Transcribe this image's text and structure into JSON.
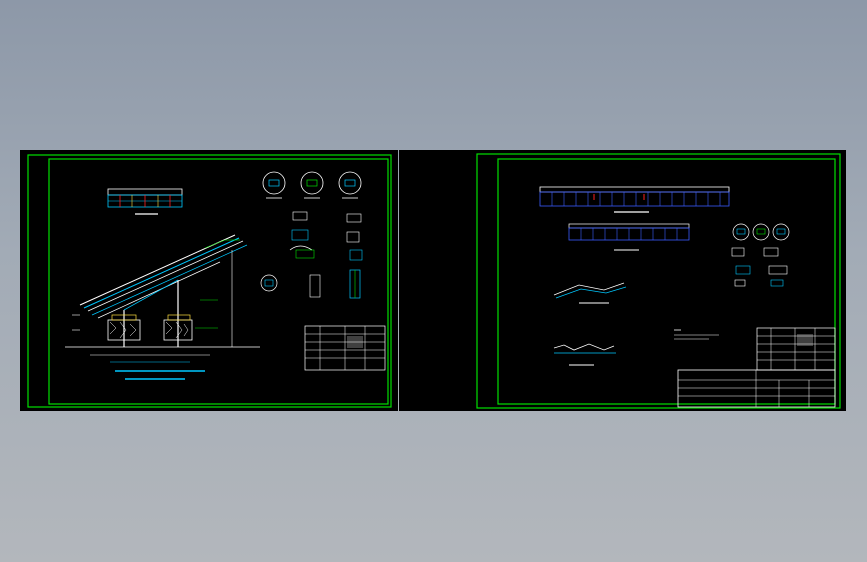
{
  "viewer": {
    "background_top": "#8d98a8",
    "background_bottom": "#b3b7bc"
  },
  "colors": {
    "sheet_background": "#000000",
    "frame": "#00e000",
    "line_white": "#ffffff",
    "line_cyan": "#00c8ff",
    "line_blue": "#3a5cff",
    "accent_red": "#ff2020",
    "accent_yellow": "#ffe040"
  },
  "sheets": [
    {
      "name": "sheet-left",
      "content": [
        "top-beam-elevation",
        "side-section-diagram",
        "detail-circles",
        "small-details",
        "title-block"
      ]
    },
    {
      "name": "sheet-right",
      "content": [
        "long-beam-elevation",
        "second-beam-elevation",
        "detail-circles",
        "profile-details",
        "notes",
        "title-block"
      ]
    }
  ]
}
